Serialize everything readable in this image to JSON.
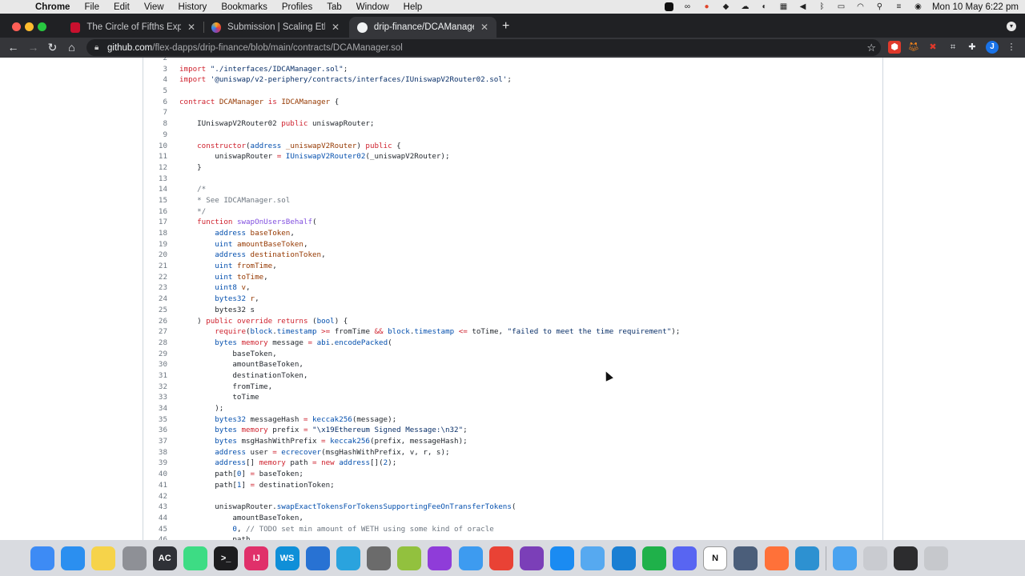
{
  "menubar": {
    "app_name": "Chrome",
    "items": [
      "File",
      "Edit",
      "View",
      "History",
      "Bookmarks",
      "Profiles",
      "Tab",
      "Window",
      "Help"
    ],
    "clock": "Mon 10 May  6:22 pm",
    "status_icons": [
      "screen-record-icon",
      "creative-cloud-icon",
      "vpn-icon",
      "dropbox-icon",
      "cloud-sync-icon",
      "focus-icon",
      "keyboard-icon",
      "volume-icon",
      "bluetooth-icon",
      "battery-icon",
      "wifi-icon",
      "spotlight-search-icon",
      "control-center-icon",
      "siri-icon"
    ]
  },
  "tabs": [
    {
      "title": "The Circle of Fifths Explained",
      "favicon_color": "#ff0000",
      "active": false
    },
    {
      "title": "Submission | Scaling Ethereum",
      "favicon_color": "#6c5ce7",
      "active": false
    },
    {
      "title": "drip-finance/DCAManager.sol",
      "favicon_color": "#ffffff",
      "active": true
    }
  ],
  "toolbar": {
    "url_host": "github.com",
    "url_path": "/flex-dapps/drip-finance/blob/main/contracts/DCAManager.sol",
    "profile_initial": "J"
  },
  "code": {
    "lines": [
      {
        "n": "2",
        "t": [
          [
            "",
            ""
          ]
        ]
      },
      {
        "n": "3",
        "t": [
          [
            "kw",
            "import"
          ],
          [
            "",
            " "
          ],
          [
            "st",
            "\"./interfaces/IDCAManager.sol\""
          ],
          [
            "",
            ";"
          ]
        ]
      },
      {
        "n": "4",
        "t": [
          [
            "kw",
            "import"
          ],
          [
            "",
            " "
          ],
          [
            "st",
            "'@uniswap/v2-periphery/contracts/interfaces/IUniswapV2Router02.sol'"
          ],
          [
            "",
            ";"
          ]
        ]
      },
      {
        "n": "5",
        "t": [
          [
            "",
            ""
          ]
        ]
      },
      {
        "n": "6",
        "t": [
          [
            "kw",
            "contract"
          ],
          [
            "",
            " "
          ],
          [
            "nm",
            "DCAManager"
          ],
          [
            "",
            " "
          ],
          [
            "kw",
            "is"
          ],
          [
            "",
            " "
          ],
          [
            "nm",
            "IDCAManager"
          ],
          [
            "",
            " {"
          ]
        ]
      },
      {
        "n": "7",
        "t": [
          [
            "",
            ""
          ]
        ]
      },
      {
        "n": "8",
        "t": [
          [
            "",
            "    IUniswapV2Router02 "
          ],
          [
            "kw",
            "public"
          ],
          [
            "",
            " uniswapRouter;"
          ]
        ]
      },
      {
        "n": "9",
        "t": [
          [
            "",
            ""
          ]
        ]
      },
      {
        "n": "10",
        "t": [
          [
            "",
            "    "
          ],
          [
            "kw",
            "constructor"
          ],
          [
            "",
            "("
          ],
          [
            "ty",
            "address"
          ],
          [
            "",
            " "
          ],
          [
            "nm",
            "_uniswapV2Router"
          ],
          [
            "",
            ") "
          ],
          [
            "kw",
            "public"
          ],
          [
            "",
            " {"
          ]
        ]
      },
      {
        "n": "11",
        "t": [
          [
            "",
            "        uniswapRouter "
          ],
          [
            "op",
            "="
          ],
          [
            "",
            " "
          ],
          [
            "ty",
            "IUniswapV2Router02"
          ],
          [
            "",
            "(_uniswapV2Router);"
          ]
        ]
      },
      {
        "n": "12",
        "t": [
          [
            "",
            "    }"
          ]
        ]
      },
      {
        "n": "13",
        "t": [
          [
            "",
            ""
          ]
        ]
      },
      {
        "n": "14",
        "t": [
          [
            "cm",
            "    /*"
          ]
        ]
      },
      {
        "n": "15",
        "t": [
          [
            "cm",
            "    * See IDCAManager.sol"
          ]
        ]
      },
      {
        "n": "16",
        "t": [
          [
            "cm",
            "    */"
          ]
        ]
      },
      {
        "n": "17",
        "t": [
          [
            "",
            "    "
          ],
          [
            "kw",
            "function"
          ],
          [
            "",
            " "
          ],
          [
            "fn",
            "swapOnUsersBehalf"
          ],
          [
            "",
            "("
          ]
        ]
      },
      {
        "n": "18",
        "t": [
          [
            "",
            "        "
          ],
          [
            "ty",
            "address"
          ],
          [
            "",
            " "
          ],
          [
            "nm",
            "baseToken"
          ],
          [
            "",
            ","
          ]
        ]
      },
      {
        "n": "19",
        "t": [
          [
            "",
            "        "
          ],
          [
            "ty",
            "uint"
          ],
          [
            "",
            " "
          ],
          [
            "nm",
            "amountBaseToken"
          ],
          [
            "",
            ","
          ]
        ]
      },
      {
        "n": "20",
        "t": [
          [
            "",
            "        "
          ],
          [
            "ty",
            "address"
          ],
          [
            "",
            " "
          ],
          [
            "nm",
            "destinationToken"
          ],
          [
            "",
            ","
          ]
        ]
      },
      {
        "n": "21",
        "t": [
          [
            "",
            "        "
          ],
          [
            "ty",
            "uint"
          ],
          [
            "",
            " "
          ],
          [
            "nm",
            "fromTime"
          ],
          [
            "",
            ","
          ]
        ]
      },
      {
        "n": "22",
        "t": [
          [
            "",
            "        "
          ],
          [
            "ty",
            "uint"
          ],
          [
            "",
            " "
          ],
          [
            "nm",
            "toTime"
          ],
          [
            "",
            ","
          ]
        ]
      },
      {
        "n": "23",
        "t": [
          [
            "",
            "        "
          ],
          [
            "ty",
            "uint8"
          ],
          [
            "",
            " "
          ],
          [
            "nm",
            "v"
          ],
          [
            "",
            ","
          ]
        ]
      },
      {
        "n": "24",
        "t": [
          [
            "",
            "        "
          ],
          [
            "ty",
            "bytes32"
          ],
          [
            "",
            " "
          ],
          [
            "nm",
            "r"
          ],
          [
            "",
            ","
          ]
        ]
      },
      {
        "n": "25",
        "t": [
          [
            "",
            "        bytes32 s"
          ]
        ]
      },
      {
        "n": "26",
        "t": [
          [
            "",
            "    ) "
          ],
          [
            "kw",
            "public"
          ],
          [
            "",
            " "
          ],
          [
            "kw",
            "override"
          ],
          [
            "",
            " "
          ],
          [
            "kw",
            "returns"
          ],
          [
            "",
            " ("
          ],
          [
            "ty",
            "bool"
          ],
          [
            "",
            ") {"
          ]
        ]
      },
      {
        "n": "27",
        "t": [
          [
            "",
            "        "
          ],
          [
            "kw",
            "require"
          ],
          [
            "",
            "("
          ],
          [
            "ty",
            "block"
          ],
          [
            "",
            "."
          ],
          [
            "ty",
            "timestamp"
          ],
          [
            "",
            " "
          ],
          [
            "op",
            ">="
          ],
          [
            "",
            " fromTime "
          ],
          [
            "op",
            "&&"
          ],
          [
            "",
            " "
          ],
          [
            "ty",
            "block"
          ],
          [
            "",
            "."
          ],
          [
            "ty",
            "timestamp"
          ],
          [
            "",
            " "
          ],
          [
            "op",
            "<="
          ],
          [
            "",
            " toTime, "
          ],
          [
            "st",
            "\"failed to meet the time requirement\""
          ],
          [
            "",
            ");"
          ]
        ]
      },
      {
        "n": "28",
        "t": [
          [
            "",
            "        "
          ],
          [
            "ty",
            "bytes"
          ],
          [
            "",
            " "
          ],
          [
            "kw",
            "memory"
          ],
          [
            "",
            " message "
          ],
          [
            "op",
            "="
          ],
          [
            "",
            " "
          ],
          [
            "ty",
            "abi"
          ],
          [
            "",
            "."
          ],
          [
            "ty",
            "encodePacked"
          ],
          [
            "",
            "("
          ]
        ]
      },
      {
        "n": "29",
        "t": [
          [
            "",
            "            baseToken,"
          ]
        ]
      },
      {
        "n": "30",
        "t": [
          [
            "",
            "            amountBaseToken,"
          ]
        ]
      },
      {
        "n": "31",
        "t": [
          [
            "",
            "            destinationToken,"
          ]
        ]
      },
      {
        "n": "32",
        "t": [
          [
            "",
            "            fromTime,"
          ]
        ]
      },
      {
        "n": "33",
        "t": [
          [
            "",
            "            toTime"
          ]
        ]
      },
      {
        "n": "34",
        "t": [
          [
            "",
            "        );"
          ]
        ]
      },
      {
        "n": "35",
        "t": [
          [
            "",
            "        "
          ],
          [
            "ty",
            "bytes32"
          ],
          [
            "",
            " messageHash "
          ],
          [
            "op",
            "="
          ],
          [
            "",
            " "
          ],
          [
            "ty",
            "keccak256"
          ],
          [
            "",
            "(message);"
          ]
        ]
      },
      {
        "n": "36",
        "t": [
          [
            "",
            "        "
          ],
          [
            "ty",
            "bytes"
          ],
          [
            "",
            " "
          ],
          [
            "kw",
            "memory"
          ],
          [
            "",
            " prefix "
          ],
          [
            "op",
            "="
          ],
          [
            "",
            " "
          ],
          [
            "st",
            "\"\\x19Ethereum Signed Message:\\n32\""
          ],
          [
            "",
            ";"
          ]
        ]
      },
      {
        "n": "37",
        "t": [
          [
            "",
            "        "
          ],
          [
            "ty",
            "bytes"
          ],
          [
            "",
            " msgHashWithPrefix "
          ],
          [
            "op",
            "="
          ],
          [
            "",
            " "
          ],
          [
            "ty",
            "keccak256"
          ],
          [
            "",
            "(prefix, messageHash);"
          ]
        ]
      },
      {
        "n": "38",
        "t": [
          [
            "",
            "        "
          ],
          [
            "ty",
            "address"
          ],
          [
            "",
            " user "
          ],
          [
            "op",
            "="
          ],
          [
            "",
            " "
          ],
          [
            "ty",
            "ecrecover"
          ],
          [
            "",
            "(msgHashWithPrefix, v, r, s);"
          ]
        ]
      },
      {
        "n": "39",
        "t": [
          [
            "",
            "        "
          ],
          [
            "ty",
            "address"
          ],
          [
            "",
            "[] "
          ],
          [
            "kw",
            "memory"
          ],
          [
            "",
            " path "
          ],
          [
            "op",
            "="
          ],
          [
            "",
            " "
          ],
          [
            "kw",
            "new"
          ],
          [
            "",
            " "
          ],
          [
            "ty",
            "address"
          ],
          [
            "",
            "[]("
          ],
          [
            "ty",
            "2"
          ],
          [
            "",
            ");"
          ]
        ]
      },
      {
        "n": "40",
        "t": [
          [
            "",
            "        path["
          ],
          [
            "ty",
            "0"
          ],
          [
            "",
            "] "
          ],
          [
            "op",
            "="
          ],
          [
            "",
            " baseToken;"
          ]
        ]
      },
      {
        "n": "41",
        "t": [
          [
            "",
            "        path["
          ],
          [
            "ty",
            "1"
          ],
          [
            "",
            "] "
          ],
          [
            "op",
            "="
          ],
          [
            "",
            " destinationToken;"
          ]
        ]
      },
      {
        "n": "42",
        "t": [
          [
            "",
            ""
          ]
        ]
      },
      {
        "n": "43",
        "t": [
          [
            "",
            "        uniswapRouter."
          ],
          [
            "ty",
            "swapExactTokensForTokensSupportingFeeOnTransferTokens"
          ],
          [
            "",
            "("
          ]
        ]
      },
      {
        "n": "44",
        "t": [
          [
            "",
            "            amountBaseToken,"
          ]
        ]
      },
      {
        "n": "45",
        "t": [
          [
            "",
            "            "
          ],
          [
            "ty",
            "0"
          ],
          [
            "",
            ", "
          ],
          [
            "cm",
            "// TODO set min amount of WETH using some kind of oracle"
          ]
        ]
      },
      {
        "n": "46",
        "t": [
          [
            "",
            "            path,"
          ]
        ]
      }
    ]
  },
  "colors": {
    "kw": "#cf222e",
    "ty": "#0550ae",
    "nm": "#953800",
    "fn": "#8250df",
    "st": "#0a3069",
    "cm": "#6e7781"
  },
  "dock": {
    "apps": [
      {
        "name": "finder-icon",
        "label": "",
        "color": "#3d8bf5"
      },
      {
        "name": "safari-icon",
        "label": "",
        "color": "#2b8ff0"
      },
      {
        "name": "notes-icon",
        "label": "",
        "color": "#f6d34a"
      },
      {
        "name": "system-preferences-icon",
        "label": "",
        "color": "#8e9096"
      },
      {
        "name": "acrobat-icon",
        "label": "AC",
        "color": "#2f3137"
      },
      {
        "name": "android-studio-icon",
        "label": "",
        "color": "#3ddc84"
      },
      {
        "name": "terminal-icon",
        "label": ">_",
        "color": "#1d1d1f"
      },
      {
        "name": "intellij-icon",
        "label": "IJ",
        "color": "#e0306a"
      },
      {
        "name": "webstorm-icon",
        "label": "WS",
        "color": "#0f8fd8"
      },
      {
        "name": "proton-vpn-icon",
        "label": "",
        "color": "#2872d3"
      },
      {
        "name": "telegram-icon",
        "label": "",
        "color": "#2aa3de"
      },
      {
        "name": "mixer-icon",
        "label": "",
        "color": "#6b6b6b"
      },
      {
        "name": "android-file-transfer-icon",
        "label": "",
        "color": "#92c13e"
      },
      {
        "name": "podcasts-icon",
        "label": "",
        "color": "#8f3cd9"
      },
      {
        "name": "xcode-icon",
        "label": "",
        "color": "#3d9bf0"
      },
      {
        "name": "chrome-icon",
        "label": "",
        "color": "#e94235"
      },
      {
        "name": "visual-studio-icon",
        "label": "",
        "color": "#7b3fb8"
      },
      {
        "name": "app-store-icon",
        "label": "",
        "color": "#1a8bf2"
      },
      {
        "name": "folder-icon",
        "label": "",
        "color": "#56a9f0"
      },
      {
        "name": "vscode-icon",
        "label": "",
        "color": "#1a7fd3"
      },
      {
        "name": "facetime-icon",
        "label": "",
        "color": "#1fb14a"
      },
      {
        "name": "discord-icon",
        "label": "",
        "color": "#5865f2"
      },
      {
        "name": "notion-icon",
        "label": "N",
        "color": "#ffffff"
      },
      {
        "name": "screenshot-icon",
        "label": "",
        "color": "#4b5e7a"
      },
      {
        "name": "firefox-icon",
        "label": "",
        "color": "#ff7139"
      },
      {
        "name": "network-radar-icon",
        "label": "",
        "color": "#2d91d1"
      }
    ],
    "right_items": [
      {
        "name": "downloads-folder-icon",
        "color": "#4aa3f0"
      },
      {
        "name": "recent-files-stack-icon",
        "color": "#c9cbd0"
      },
      {
        "name": "window-thumbnail-icon",
        "color": "#2c2c2e"
      },
      {
        "name": "trash-icon",
        "color": "#c6c8cc"
      }
    ]
  }
}
